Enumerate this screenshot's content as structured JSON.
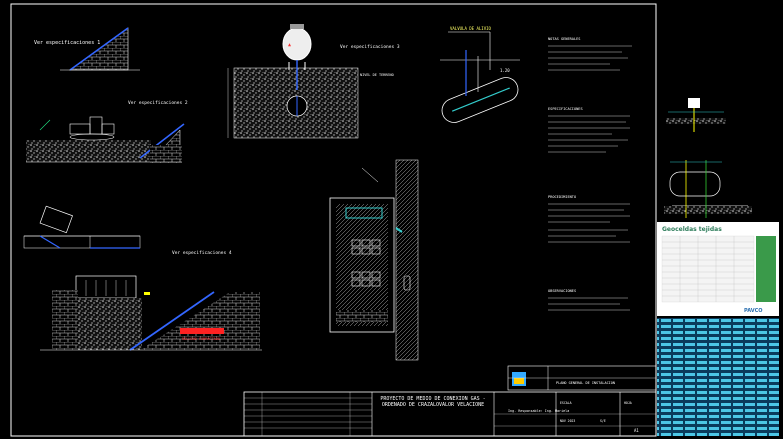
{
  "drawing": {
    "sections": {
      "top_left": "Ver especificaciones 1",
      "middle_top": "Ver especificaciones 2",
      "mid_left": "Ver especificaciones 3",
      "bottom_left": "Ver especificaciones 4"
    },
    "notes_titles": [
      "NOTAS GENERALES",
      "ESPECIFICACIONES",
      "PROCEDIMIENTO",
      "OBSERVACIONES"
    ],
    "red_label": "RELLENO COMPACTADO",
    "callout": "VALVULA DE ALIVIO",
    "dimension": "1.20"
  },
  "title_block": {
    "project_title": "PROYECTO DE MEDIO DE CONEXION GAS - ORDENADO DE CRAZALOVALOR VELACIONE",
    "name_label": "Ing. Responsable: Ing. Mariela",
    "sheet_label": "HOJA",
    "sheet_num": "A1",
    "drawing_title": "PLANO GENERAL DE INSTALACION",
    "scale_label": "ESCALA",
    "scale_value": "S/E",
    "date_value": "NOV 2023"
  },
  "side_panel": {
    "sheet_title": "Geoceldas tejidas",
    "brand": "PAVCO"
  },
  "colors": {
    "background": "#000000",
    "line": "#ffffff",
    "accent_blue": "#3366ff",
    "accent_cyan": "#33cccc",
    "accent_red": "#ff2222",
    "accent_yellow": "#ffff00",
    "brand_green": "#2e7d5b"
  }
}
